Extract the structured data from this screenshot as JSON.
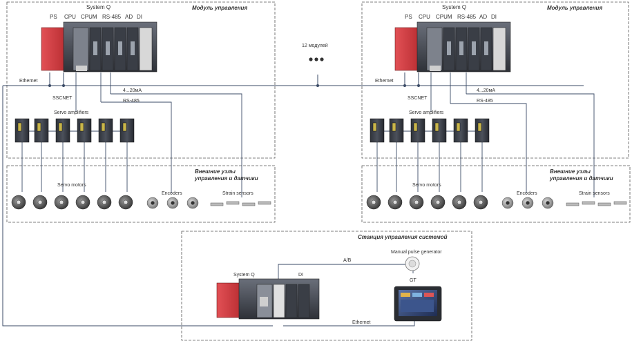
{
  "colors": {
    "line": "#3a4a66",
    "frame": "#555555",
    "plc_red": "#d4363c",
    "plc_grey": "#4a4e58",
    "motor": "#6b6b6b"
  },
  "modules": [
    {
      "title": "Модуль управления",
      "system_label": "System Q",
      "slot_labels": [
        "PS",
        "CPU",
        "CPUM",
        "RS-485",
        "AD",
        "DI"
      ],
      "ethernet_label": "Ethernet",
      "sscnet_label": "SSCNET",
      "current_label": "4...20мА",
      "rs_label": "RS-485",
      "servo_amplifiers_label": "Servo amplifiers",
      "external_title_1": "Внешние узлы",
      "external_title_2": "управления и датчики",
      "servo_motors_label": "Servo motors",
      "encoders_label": "Encoders",
      "strain_sensors_label": "Strain sensors"
    },
    {
      "title": "Модуль управления",
      "system_label": "System Q",
      "slot_labels": [
        "PS",
        "CPU",
        "CPUM",
        "RS-485",
        "AD",
        "DI"
      ],
      "ethernet_label": "Ethernet",
      "sscnet_label": "SSCNET",
      "current_label": "4...20мА",
      "rs_label": "RS-485",
      "servo_amplifiers_label": "Servo amplifiers",
      "external_title_1": "Внешние узлы",
      "external_title_2": "управления и датчики",
      "servo_motors_label": "Servo motors",
      "encoders_label": "Encoders",
      "strain_sensors_label": "Strain sensors"
    }
  ],
  "middle": {
    "modules_count_label": "12 модулей"
  },
  "station": {
    "title": "Станция управления системой",
    "system_label": "System Q",
    "di_label": "DI",
    "ab_label": "A/B",
    "pulse_label": "Manual pulse generator",
    "gt_label": "GT",
    "ethernet_label": "Ethernet"
  }
}
